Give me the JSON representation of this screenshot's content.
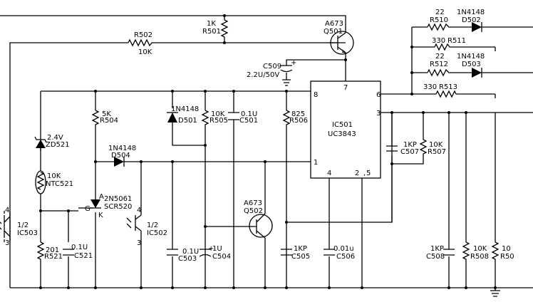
{
  "components": {
    "r502": {
      "ref": "R502",
      "value": "10K"
    },
    "r501": {
      "ref": "R501",
      "value": "1K"
    },
    "q501": {
      "type": "A673",
      "ref": "Q501"
    },
    "c509": {
      "ref": "C509",
      "value": "2.2U/50V",
      "polarity": "+"
    },
    "r510": {
      "value": "22",
      "ref": "R510"
    },
    "d502": {
      "type": "1N4148",
      "ref": "D502"
    },
    "r511": {
      "value": "330",
      "ref": "R511"
    },
    "r512": {
      "value": "22",
      "ref": "R512"
    },
    "d503": {
      "type": "1N4148",
      "ref": "D503"
    },
    "r513": {
      "value": "330",
      "ref": "R513"
    },
    "r504": {
      "value": "5K",
      "ref": "R504"
    },
    "d501": {
      "type": "1N4148",
      "ref": "D501"
    },
    "r505": {
      "value": "10K",
      "ref": "R505"
    },
    "c501": {
      "value": "0.1U",
      "ref": "C501"
    },
    "r506": {
      "value": "825",
      "ref": "R506"
    },
    "ic501": {
      "ref": "IC501",
      "type": "UC3843",
      "pins": [
        "8",
        "7",
        "6",
        "3",
        "1",
        "4",
        "2",
        "5"
      ]
    },
    "zd521": {
      "value": "2.4V",
      "ref": "ZD521"
    },
    "ntc521": {
      "value": "10K",
      "ref": "NTC521"
    },
    "d504": {
      "type": "1N4148",
      "ref": "D504"
    },
    "scr520": {
      "type": "2N5061",
      "ref": "SCR520",
      "pins": [
        "A",
        "G",
        "K"
      ]
    },
    "c507": {
      "value": "1KP",
      "ref": "C507"
    },
    "r507": {
      "value": "10K",
      "ref": "R507"
    },
    "ic503": {
      "frac": "1/2",
      "ref": "IC503",
      "pins": [
        "4",
        "3"
      ]
    },
    "ic502": {
      "frac": "1/2",
      "ref": "IC502",
      "pins": [
        "4",
        "3"
      ]
    },
    "q502": {
      "type": "A673",
      "ref": "Q502"
    },
    "r521": {
      "value": "201",
      "ref": "R521"
    },
    "c521": {
      "value": "0.1U",
      "ref": "C521"
    },
    "c503": {
      "value": "0.1U",
      "ref": "C503"
    },
    "c504": {
      "value": "1U",
      "ref": "C504",
      "polarity": "+"
    },
    "c505": {
      "value": "1KP",
      "ref": "C505"
    },
    "c506": {
      "value": "0.01u",
      "ref": "C506"
    },
    "c508": {
      "value": "1KP",
      "ref": "C508"
    },
    "r508": {
      "value": "10K",
      "ref": "R508"
    },
    "r509": {
      "value": "10",
      "ref": "R50"
    }
  }
}
